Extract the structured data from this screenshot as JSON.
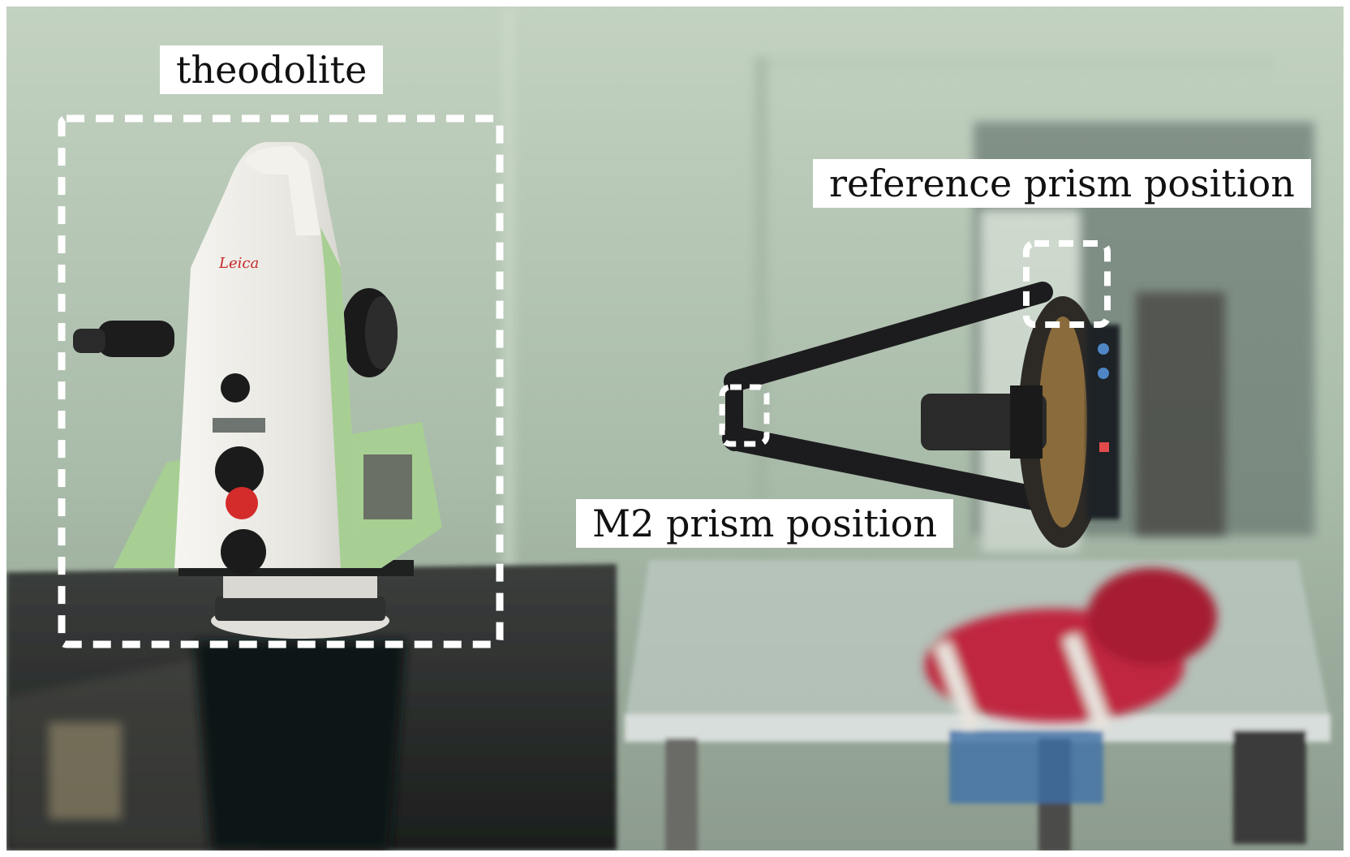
{
  "labels": {
    "theodolite": "theodolite",
    "reference_prism": "reference prism position",
    "m2_prism": "M2 prism position"
  },
  "colors": {
    "wall": "#aebfae",
    "wall_light": "#c8d5c4",
    "table_dark": "#2b2d2c",
    "theodolite_body": "#ecebe6",
    "theodolite_green": "#a7cf93",
    "dashed_box": "#ffffff",
    "red_cloth": "#c0283f",
    "frame_black": "#1c1c1e"
  }
}
